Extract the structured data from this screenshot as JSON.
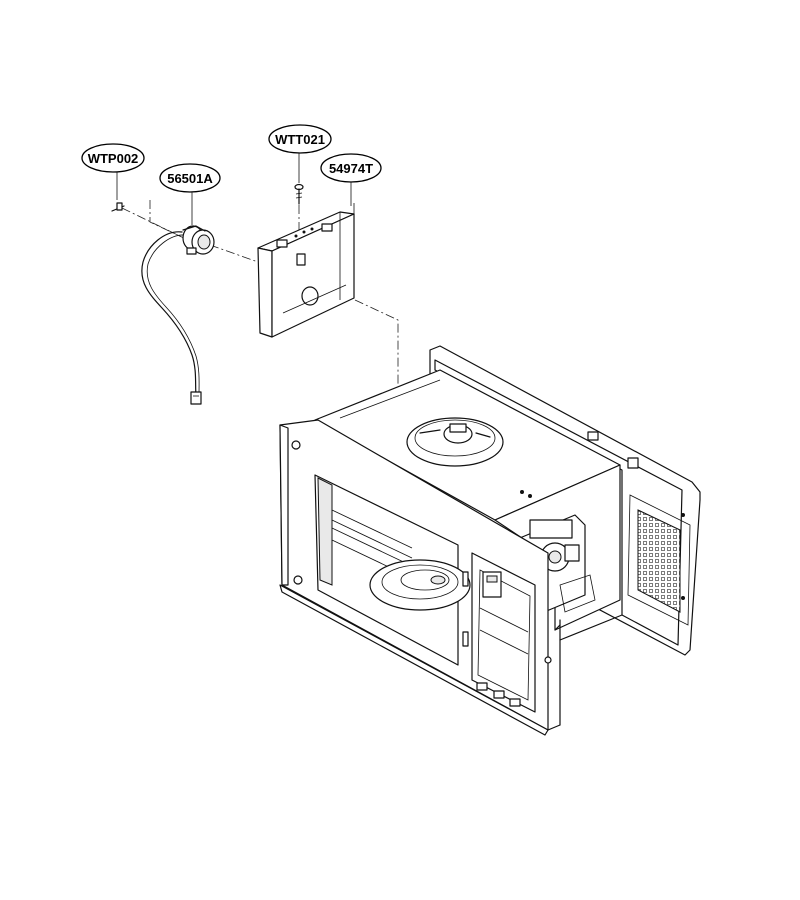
{
  "callouts": [
    {
      "id": "wtp002",
      "label": "WTP002"
    },
    {
      "id": "56501a",
      "label": "56501A"
    },
    {
      "id": "wtt021",
      "label": "WTT021"
    },
    {
      "id": "54974t",
      "label": "54974T"
    }
  ],
  "colors": {
    "line": "#111111",
    "background": "#ffffff",
    "mesh": "#444444"
  }
}
